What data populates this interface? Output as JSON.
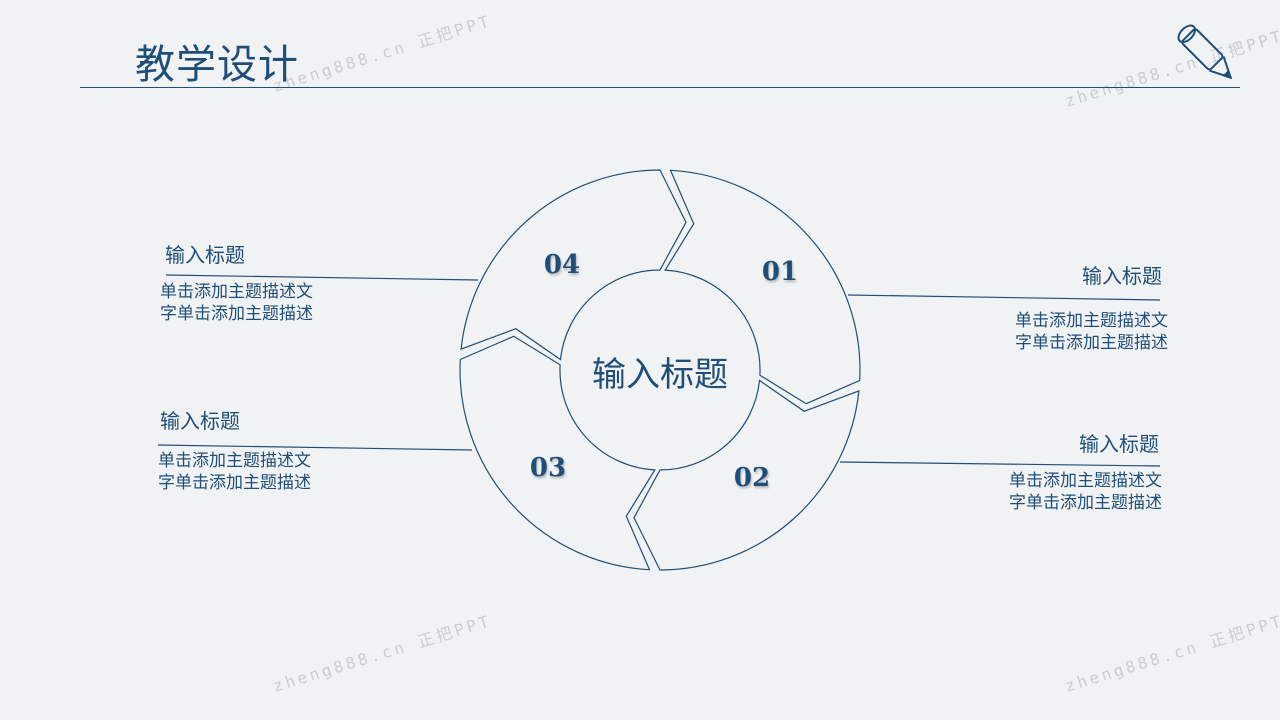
{
  "header": {
    "title": "教学设计"
  },
  "watermark": "zheng888.cn 正把PPT",
  "diagram": {
    "center_title": "输入标题",
    "segments": [
      {
        "number": "01"
      },
      {
        "number": "02"
      },
      {
        "number": "03"
      },
      {
        "number": "04"
      }
    ]
  },
  "items": [
    {
      "title": "输入标题",
      "desc_line1": "单击添加主题描述文",
      "desc_line2": "字单击添加主题描述"
    },
    {
      "title": "输入标题",
      "desc_line1": "单击添加主题描述文",
      "desc_line2": "字单击添加主题描述"
    },
    {
      "title": "输入标题",
      "desc_line1": "单击添加主题描述文",
      "desc_line2": "字单击添加主题描述"
    },
    {
      "title": "输入标题",
      "desc_line1": "单击添加主题描述文",
      "desc_line2": "字单击添加主题描述"
    }
  ],
  "colors": {
    "accent": "#1f4e79",
    "background": "#f1f2f4"
  }
}
